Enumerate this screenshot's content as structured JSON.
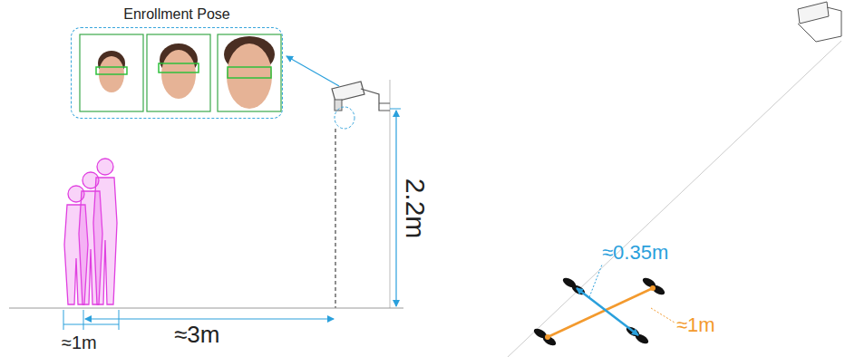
{
  "diagram": {
    "nodes": [
      {
        "text": [
          "Enrollment Pose"
        ]
      }
    ],
    "labels": [
      "2.2m",
      "≈3m",
      "≈1m",
      "≈0.35m",
      "≈1m"
    ]
  }
}
